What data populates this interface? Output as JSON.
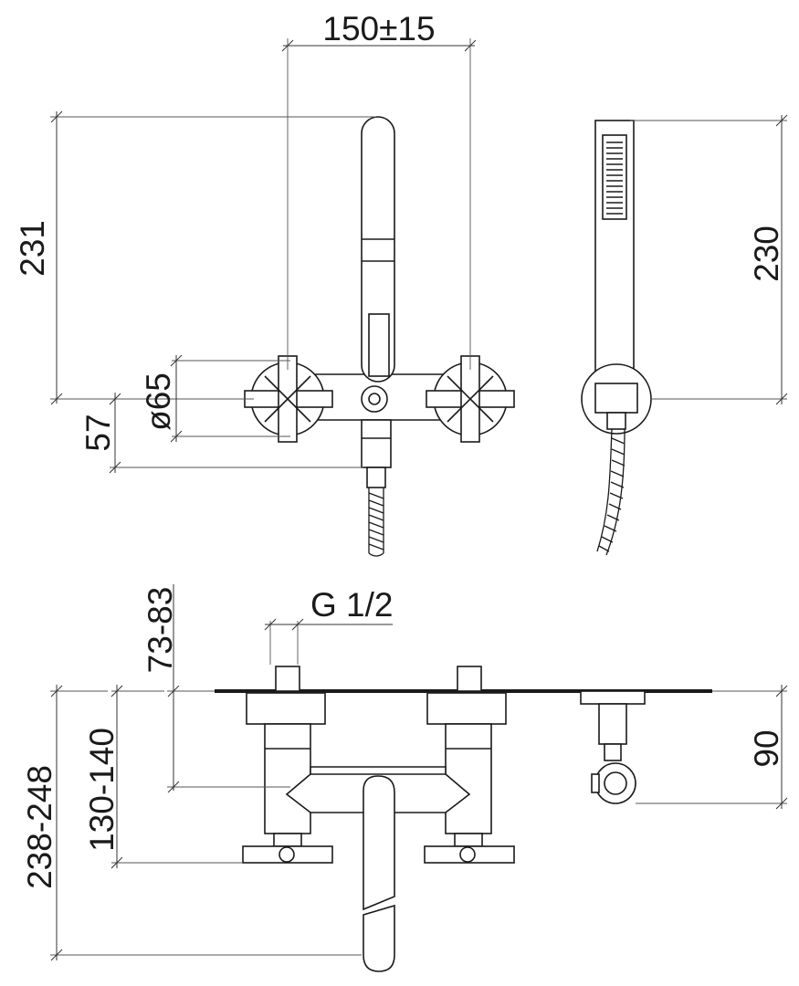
{
  "dimensions": {
    "top_width": "150±15",
    "height_231": "231",
    "height_230": "230",
    "diameter": "ø65",
    "offset_57": "57",
    "thread": "G 1/2",
    "depth_73_83": "73-83",
    "depth_130_140": "130-140",
    "depth_238_248": "238-248",
    "depth_90": "90"
  }
}
